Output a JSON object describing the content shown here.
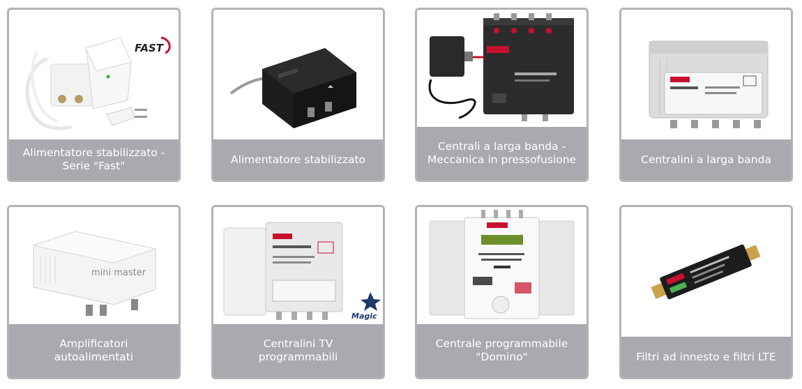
{
  "products": [
    {
      "caption": "Alimentatore stabilizzato - Serie \"Fast\"",
      "brand_mark": "FAST"
    },
    {
      "caption": "Alimentatore stabilizzato"
    },
    {
      "caption": "Centrali a larga banda - Meccanica in pressofusione"
    },
    {
      "caption": "Centralini a larga banda"
    },
    {
      "caption": "Amplificatori autoalimentati",
      "brand_mark": "mini master"
    },
    {
      "caption": "Centralini TV programmabili",
      "brand_mark": "Magic"
    },
    {
      "caption": "Centrale programmabile \"Domino\""
    },
    {
      "caption": "Filtri ad innesto e filtri LTE"
    }
  ],
  "colors": {
    "card_border": "#b2b3b7",
    "caption_bg": "#a8aab0",
    "caption_text": "#ffffff",
    "brand_red": "#c8102e"
  }
}
